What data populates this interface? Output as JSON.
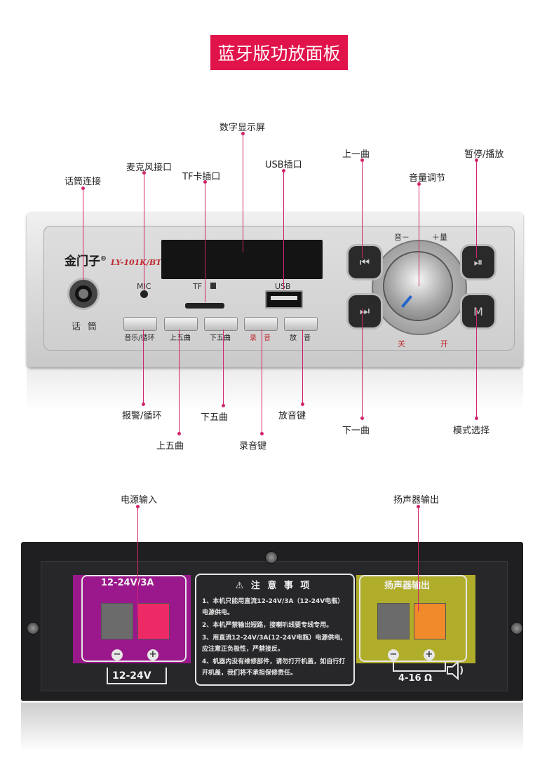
{
  "title": "蓝牙版功放面板",
  "front_callouts": {
    "mic_connect": "话筒连接",
    "mic_jack": "麦克风接口",
    "tf_slot": "TF卡插口",
    "display": "数字显示屏",
    "usb": "USB插口",
    "prev": "上一曲",
    "pause_play": "暂停/播放",
    "volume": "音量调节",
    "alarm_loop": "报警/循环",
    "prev5": "上五曲",
    "next5": "下五曲",
    "record": "录音键",
    "playback": "放音键",
    "next": "下一曲",
    "mode": "模式选择"
  },
  "front_panel": {
    "brand": "金门子",
    "brand_mark": "®",
    "model": "LY-101K/BT",
    "jack_label": "话筒",
    "mic_label": "MIC",
    "tf_label": "TF",
    "usb_label": "USB",
    "vol_minus": "音－",
    "vol_plus": "＋量",
    "off": "关",
    "on": "开",
    "buttons": [
      "音乐/循环",
      "上五曲",
      "下五曲",
      "录　音",
      "放　音"
    ]
  },
  "back_callouts": {
    "power_in": "电源输入",
    "speaker_out": "扬声器输出"
  },
  "back_panel": {
    "power_zone_title": "12-24V/3A",
    "power_spec": "12-24V",
    "notice_title": "⚠ 注 意 事 项",
    "notice_lines": [
      "1、本机只能用直流12-24V/3A（12-24V电瓶）",
      "电源供电。",
      "2、本机严禁输出短路，接喇叭线要专线专用。",
      "3、用直流12-24V/3A(12-24V电瓶）电源供电,",
      "应注意正负极性，严禁接反。",
      "4、机器内没有维修部件，请勿打开机盖，如自行打",
      "开机盖，我们将不承担保修责任。"
    ],
    "speaker_zone_title": "扬声器输出",
    "speaker_spec": "4-16 Ω",
    "minus": "−",
    "plus": "+"
  },
  "colors": {
    "title_bg": "#e0134a",
    "callout_line": "#d1246b",
    "power_highlight": "#b0169e",
    "speaker_highlight": "#c9c62a"
  }
}
